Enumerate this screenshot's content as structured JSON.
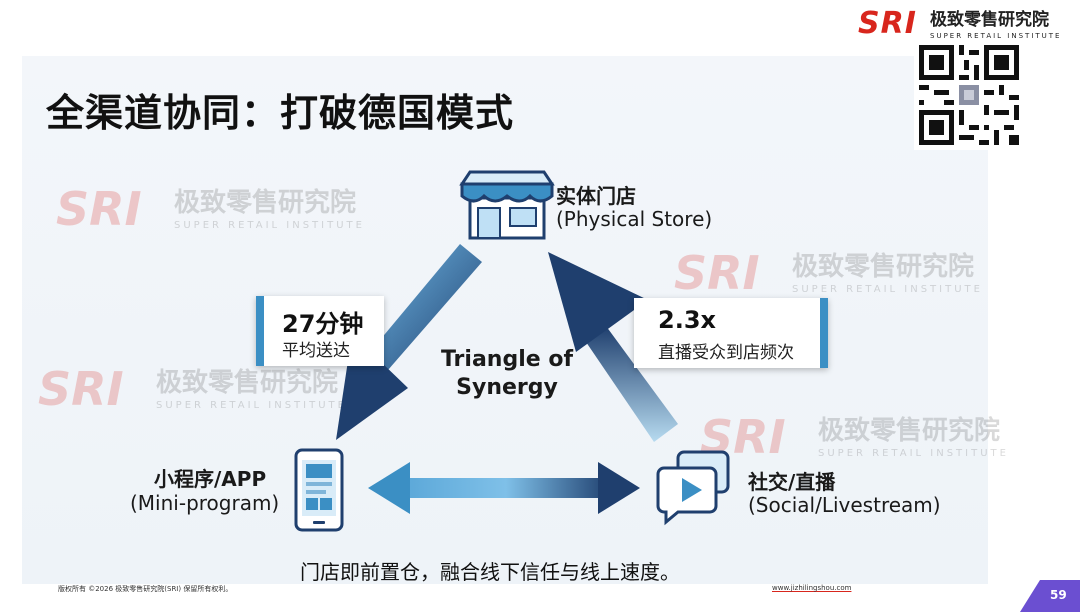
{
  "title": "全渠道协同：打破德国模式",
  "brand": {
    "logo": "SRI",
    "name_cn": "极致零售研究院",
    "name_en": "SUPER RETAIL INSTITUTE"
  },
  "watermark": {
    "logo": "SRI",
    "name_cn": "极致零售研究院",
    "name_en": "SUPER RETAIL INSTITUTE"
  },
  "nodes": {
    "store": {
      "cn": "实体门店",
      "en": "(Physical Store)",
      "icon": "storefront-icon"
    },
    "app": {
      "cn": "小程序/APP",
      "en": "(Mini-program)",
      "icon": "smartphone-icon"
    },
    "social": {
      "cn": "社交/直播",
      "en": "(Social/Livestream)",
      "icon": "chat-play-icon"
    }
  },
  "callouts": {
    "delivery": {
      "value": "27分钟",
      "label": "平均送达"
    },
    "frequency": {
      "value": "2.3x",
      "label": "直播受众到店频次"
    }
  },
  "center": {
    "line1": "Triangle of",
    "line2": "Synergy"
  },
  "caption": "门店即前置仓，融合线下信任与线上速度。",
  "footer": {
    "copyright": "版权所有 ©2026  极致零售研究院(SRI)  保留所有权利。",
    "url": "www.jizhilingshou.com"
  },
  "page_number": "59",
  "colors": {
    "accent": "#3b8fc4",
    "arrow_dark": "#1f3f6e",
    "brand_red": "#d8261d"
  }
}
